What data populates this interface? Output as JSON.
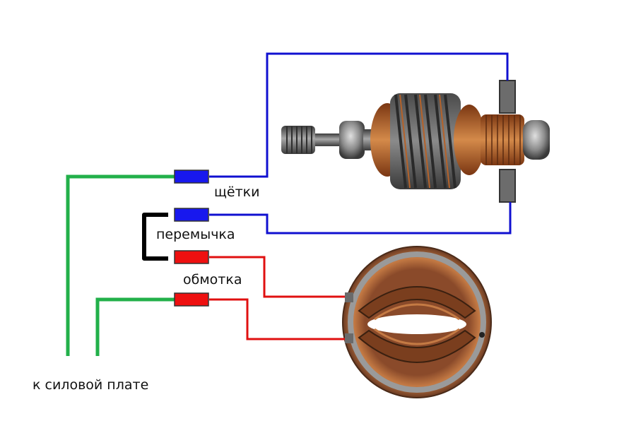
{
  "labels": {
    "brushes": "щётки",
    "jumper": "перемычка",
    "winding": "обмотка",
    "to_power_board": "к силовой плате"
  },
  "colors": {
    "brush_wire": "#1010d0",
    "winding_wire": "#e01010",
    "power_wire": "#22b04a",
    "jumper_wire": "#000000",
    "brush_connector": "#1818ee",
    "winding_connector": "#ee1010",
    "copper": "#b4622a",
    "steel": "#6c6c6c"
  },
  "images": {
    "armature": "motor-armature-rotor",
    "stator": "motor-stator-field-winding"
  }
}
